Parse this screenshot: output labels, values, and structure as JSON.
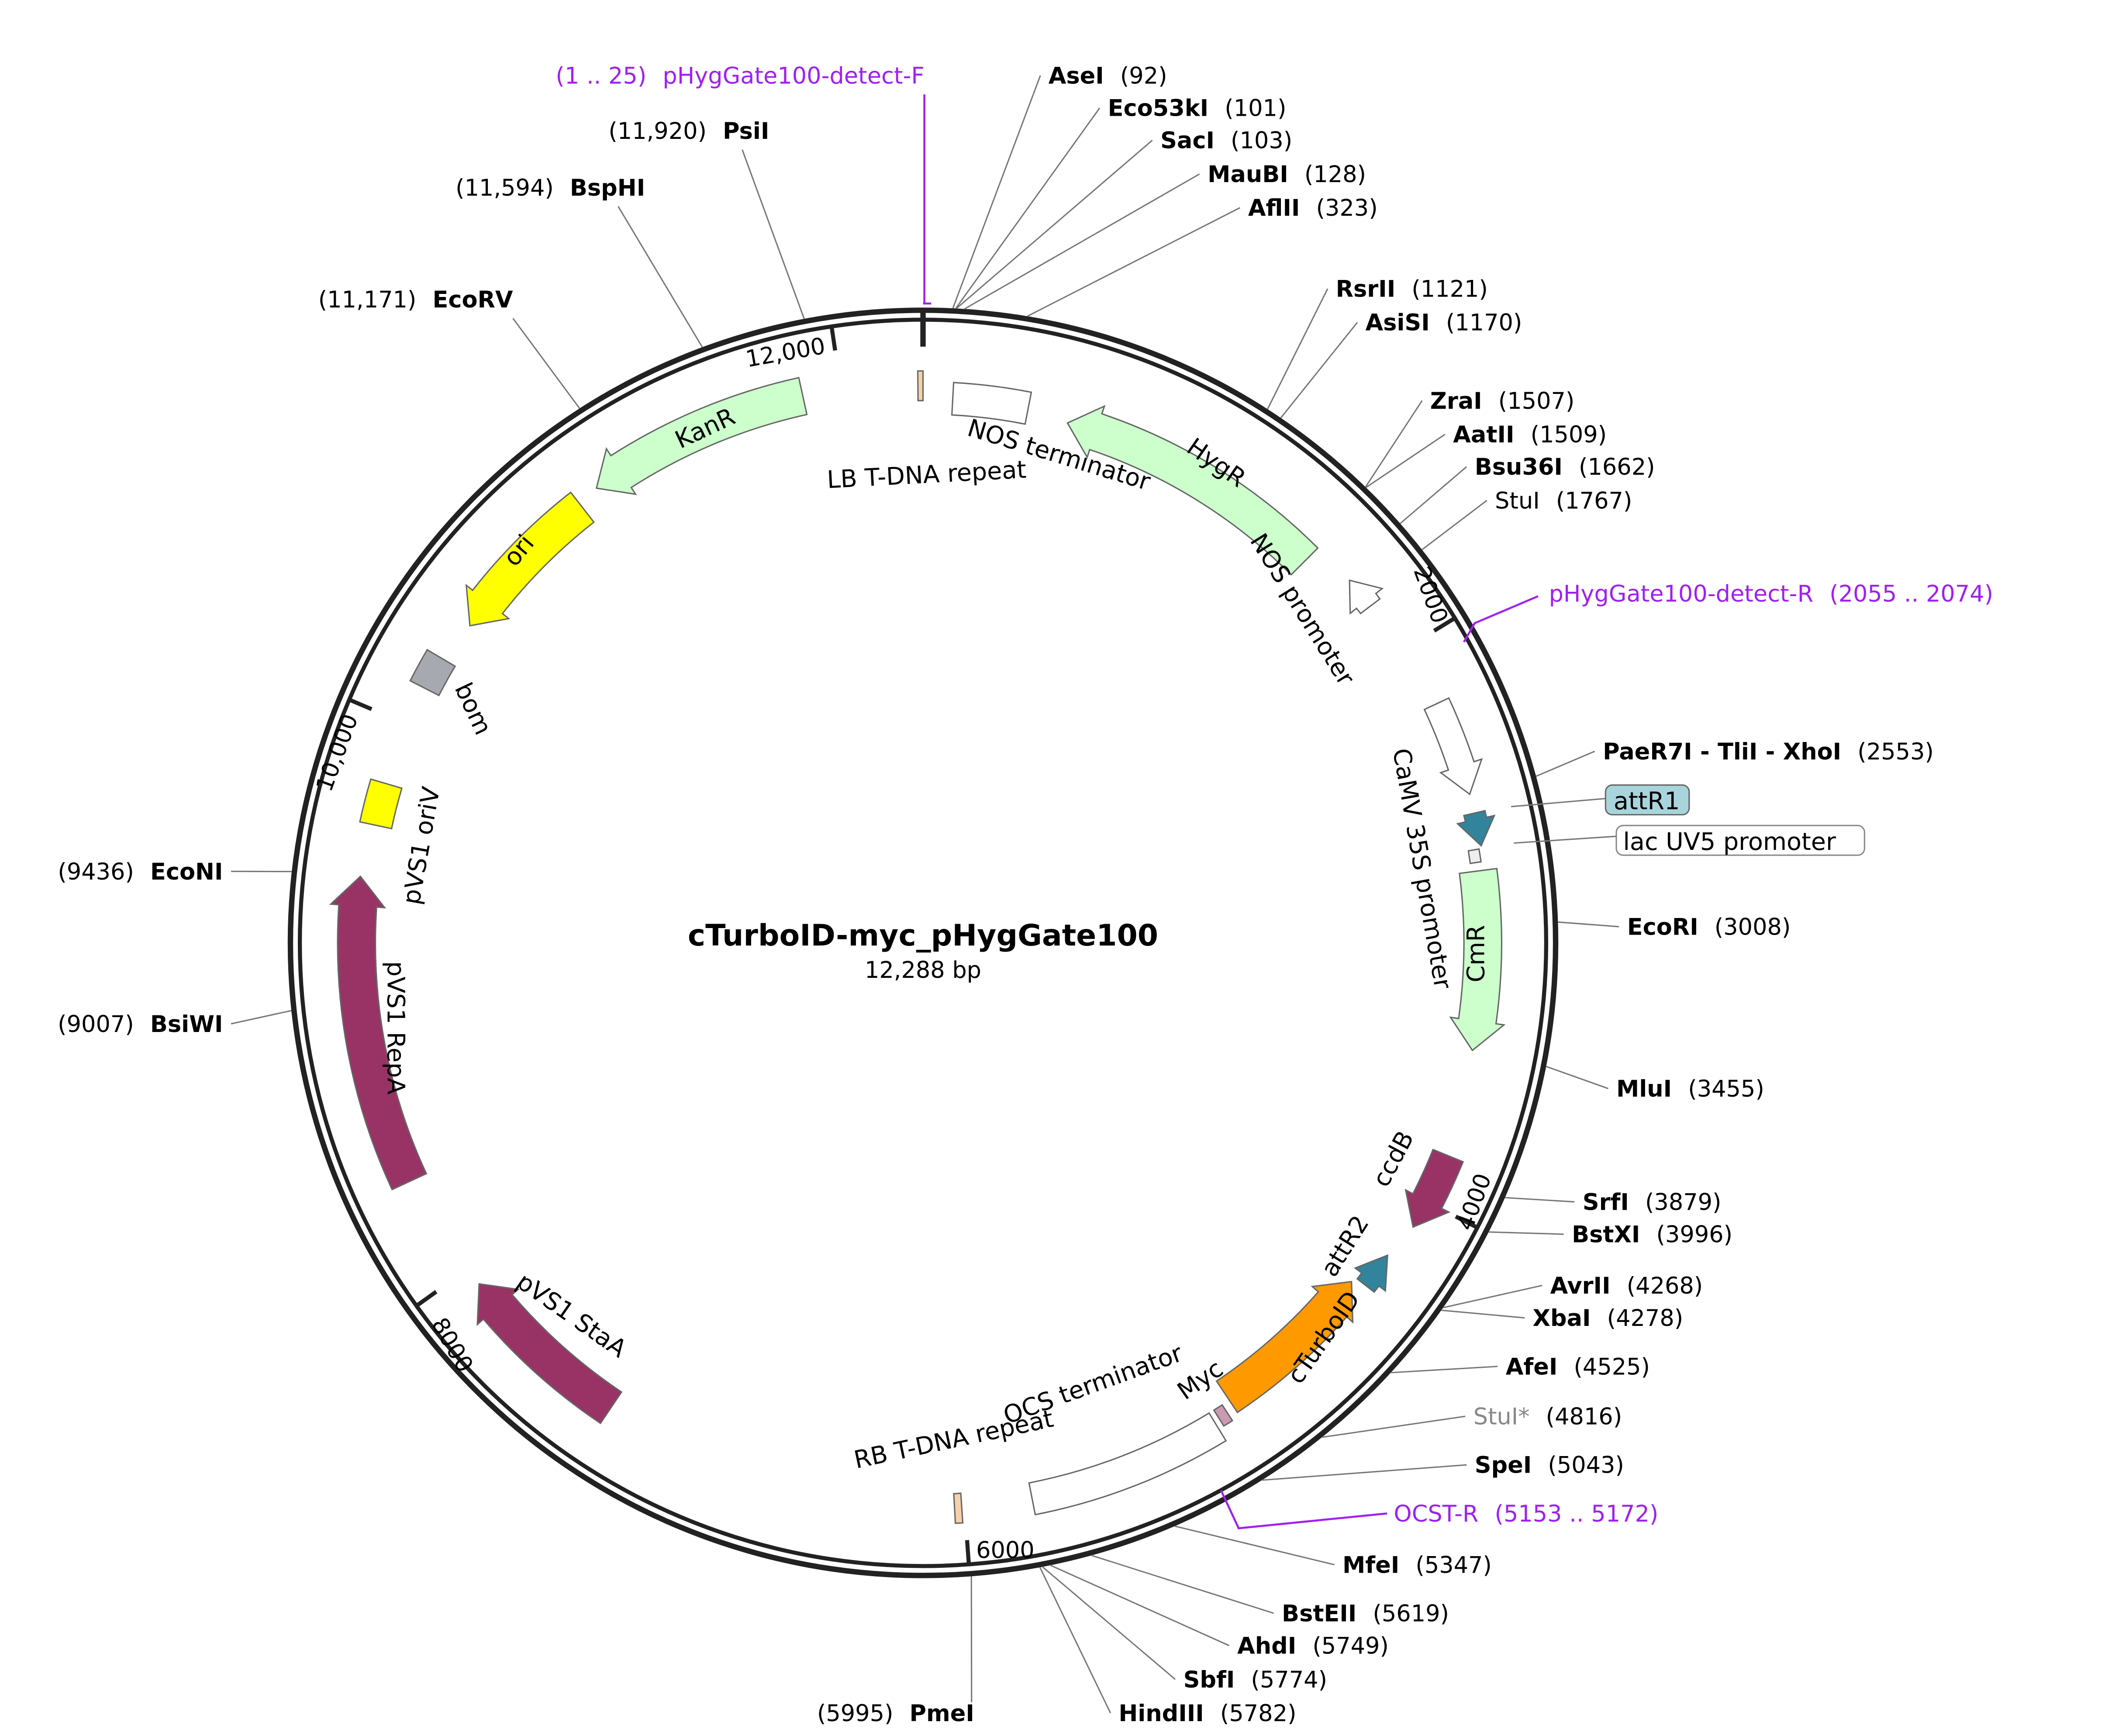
{
  "plasmid": {
    "name": "cTurboID-myc_pHygGate100",
    "length_label": "12,288 bp",
    "length_bp": 12288
  },
  "ticks": [
    {
      "bp": 2000,
      "label": "2000"
    },
    {
      "bp": 4000,
      "label": "4000"
    },
    {
      "bp": 6000,
      "label": "6000"
    },
    {
      "bp": 8000,
      "label": "8000"
    },
    {
      "bp": 10000,
      "label": "10,000"
    },
    {
      "bp": 12000,
      "label": "12,000"
    }
  ],
  "features": [
    {
      "label": "LB T-DNA repeat",
      "start": 12270,
      "end": 12288,
      "dir": "none",
      "color": "#f5d0a9"
    },
    {
      "label": "NOS terminator",
      "start": 107,
      "end": 380,
      "dir": "none",
      "color": "#ffffff"
    },
    {
      "label": "HygR",
      "start": 530,
      "end": 1536,
      "dir": "reverse",
      "color": "#ccffcc"
    },
    {
      "label": "NOS promoter",
      "start": 1694,
      "end": 1810,
      "dir": "reverse",
      "color": "#ffffff"
    },
    {
      "label": "CaMV 35S promoter",
      "start": 2220,
      "end": 2553,
      "dir": "forward",
      "color": "#ffffff"
    },
    {
      "label": "attR1",
      "start": 2620,
      "end": 2735,
      "dir": "forward",
      "color": "#31849b"
    },
    {
      "label": "lac UV5 promoter",
      "start": 2745,
      "end": 2790,
      "dir": "none",
      "color": "#eeeeee"
    },
    {
      "label": "CmR",
      "start": 2820,
      "end": 3450,
      "dir": "forward",
      "color": "#ccffcc"
    },
    {
      "label": "ccdB",
      "start": 3825,
      "end": 4100,
      "dir": "forward",
      "color": "#993366"
    },
    {
      "label": "attR2",
      "start": 4230,
      "end": 4360,
      "dir": "reverse",
      "color": "#31849b"
    },
    {
      "label": "cTurboID",
      "start": 4380,
      "end": 4990,
      "dir": "reverse",
      "color": "#ff9900"
    },
    {
      "label": "Myc",
      "start": 5020,
      "end": 5055,
      "dir": "none",
      "color": "#cc99b2"
    },
    {
      "label": "OCS terminator",
      "start": 5075,
      "end": 5765,
      "dir": "none",
      "color": "#ffffff"
    },
    {
      "label": "RB T-DNA repeat",
      "start": 6010,
      "end": 6035,
      "dir": "none",
      "color": "#f5d0a9"
    },
    {
      "label": "pVS1 StaA",
      "start": 7300,
      "end": 7935,
      "dir": "forward",
      "color": "#993366"
    },
    {
      "label": "pVS1 RepA",
      "start": 8365,
      "end": 9446,
      "dir": "forward",
      "color": "#993366"
    },
    {
      "label": "pVS1 oriV",
      "start": 9630,
      "end": 9780,
      "dir": "none",
      "color": "#ffff00"
    },
    {
      "label": "bom",
      "start": 10140,
      "end": 10260,
      "dir": "none",
      "color": "#a6a9b0"
    },
    {
      "label": "ori",
      "start": 10410,
      "end": 10990,
      "dir": "reverse",
      "color": "#ffff00"
    },
    {
      "label": "KanR",
      "start": 11070,
      "end": 11865,
      "dir": "reverse",
      "color": "#ccffcc"
    }
  ],
  "enzymes": [
    {
      "name": "AseI",
      "bp": 92,
      "position_label": "(92)",
      "style": "bold"
    },
    {
      "name": "Eco53kI",
      "bp": 101,
      "position_label": "(101)",
      "style": "bold"
    },
    {
      "name": "SacI",
      "bp": 103,
      "position_label": "(103)",
      "style": "bold"
    },
    {
      "name": "MauBI",
      "bp": 128,
      "position_label": "(128)",
      "style": "bold"
    },
    {
      "name": "AflII",
      "bp": 323,
      "position_label": "(323)",
      "style": "bold"
    },
    {
      "name": "RsrII",
      "bp": 1121,
      "position_label": "(1121)",
      "style": "bold"
    },
    {
      "name": "AsiSI",
      "bp": 1170,
      "position_label": "(1170)",
      "style": "bold"
    },
    {
      "name": "ZraI",
      "bp": 1507,
      "position_label": "(1507)",
      "style": "bold"
    },
    {
      "name": "AatII",
      "bp": 1509,
      "position_label": "(1509)",
      "style": "bold"
    },
    {
      "name": "Bsu36I",
      "bp": 1662,
      "position_label": "(1662)",
      "style": "bold"
    },
    {
      "name": "StuI",
      "bp": 1767,
      "position_label": "(1767)",
      "style": "normal"
    },
    {
      "name": "PaeR7I - TliI - XhoI",
      "bp": 2553,
      "position_label": "(2553)",
      "style": "bold"
    },
    {
      "name": "EcoRI",
      "bp": 3008,
      "position_label": "(3008)",
      "style": "bold"
    },
    {
      "name": "MluI",
      "bp": 3455,
      "position_label": "(3455)",
      "style": "bold"
    },
    {
      "name": "SrfI",
      "bp": 3879,
      "position_label": "(3879)",
      "style": "bold"
    },
    {
      "name": "BstXI",
      "bp": 3996,
      "position_label": "(3996)",
      "style": "bold"
    },
    {
      "name": "AvrII",
      "bp": 4268,
      "position_label": "(4268)",
      "style": "bold"
    },
    {
      "name": "XbaI",
      "bp": 4278,
      "position_label": "(4278)",
      "style": "bold"
    },
    {
      "name": "AfeI",
      "bp": 4525,
      "position_label": "(4525)",
      "style": "bold"
    },
    {
      "name": "StuI*",
      "bp": 4816,
      "position_label": "(4816)",
      "style": "gray"
    },
    {
      "name": "SpeI",
      "bp": 5043,
      "position_label": "(5043)",
      "style": "bold"
    },
    {
      "name": "MfeI",
      "bp": 5347,
      "position_label": "(5347)",
      "style": "bold"
    },
    {
      "name": "BstEII",
      "bp": 5619,
      "position_label": "(5619)",
      "style": "bold"
    },
    {
      "name": "AhdI",
      "bp": 5749,
      "position_label": "(5749)",
      "style": "bold"
    },
    {
      "name": "SbfI",
      "bp": 5774,
      "position_label": "(5774)",
      "style": "bold"
    },
    {
      "name": "HindIII",
      "bp": 5782,
      "position_label": "(5782)",
      "style": "bold"
    },
    {
      "name": "PmeI",
      "bp": 5995,
      "position_label": "(5995)",
      "style": "bold"
    },
    {
      "name": "BsiWI",
      "bp": 9007,
      "position_label": "(9007)",
      "style": "bold"
    },
    {
      "name": "EcoNI",
      "bp": 9436,
      "position_label": "(9436)",
      "style": "bold"
    },
    {
      "name": "EcoRV",
      "bp": 11171,
      "position_label": "(11,171)",
      "style": "bold"
    },
    {
      "name": "BspHI",
      "bp": 11594,
      "position_label": "(11,594)",
      "style": "bold"
    },
    {
      "name": "PsiI",
      "bp": 11920,
      "position_label": "(11,920)",
      "style": "bold"
    }
  ],
  "primers": [
    {
      "name": "pHygGate100-detect-F",
      "range_label": "(1 .. 25)",
      "start": 1,
      "end": 25,
      "dir": "forward"
    },
    {
      "name": "pHygGate100-detect-R",
      "range_label": "(2055 .. 2074)",
      "start": 2055,
      "end": 2074,
      "dir": "reverse"
    },
    {
      "name": "OCST-R",
      "range_label": "(5153 .. 5172)",
      "start": 5153,
      "end": 5172,
      "dir": "reverse"
    }
  ],
  "colors": {
    "primer": "#a020f0",
    "backbone": "#222222",
    "outline": "#666666"
  }
}
